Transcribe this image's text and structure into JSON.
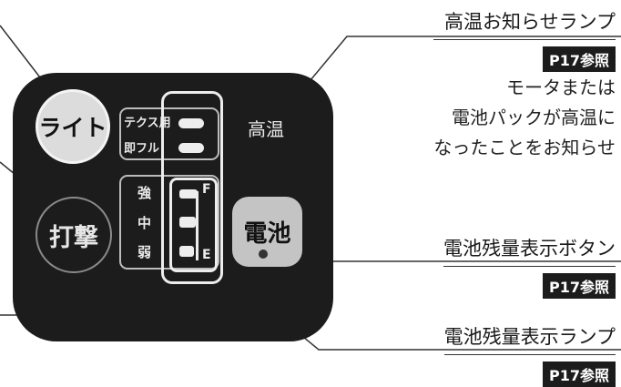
{
  "panel": {
    "light_button": "ライト",
    "impact_button": "打撃",
    "battery_button": "電池",
    "overheat_lamp_label": "高温",
    "tex_mode": "テクス用",
    "full_mode": "即フル",
    "level_strong": "強",
    "level_medium": "中",
    "level_weak": "弱",
    "gauge_full": "F",
    "gauge_empty": "E"
  },
  "callouts": {
    "overheat": {
      "title": "高温お知らせランプ",
      "ref": "P17参照",
      "desc_lines": [
        "モータまたは",
        "電池パックが高温に",
        "なったことをお知らせ"
      ]
    },
    "battery_button": {
      "title": "電池残量表示ボタン",
      "ref": "P17参照"
    },
    "battery_lamp": {
      "title": "電池残量表示ランプ",
      "ref": "P17参照"
    }
  }
}
